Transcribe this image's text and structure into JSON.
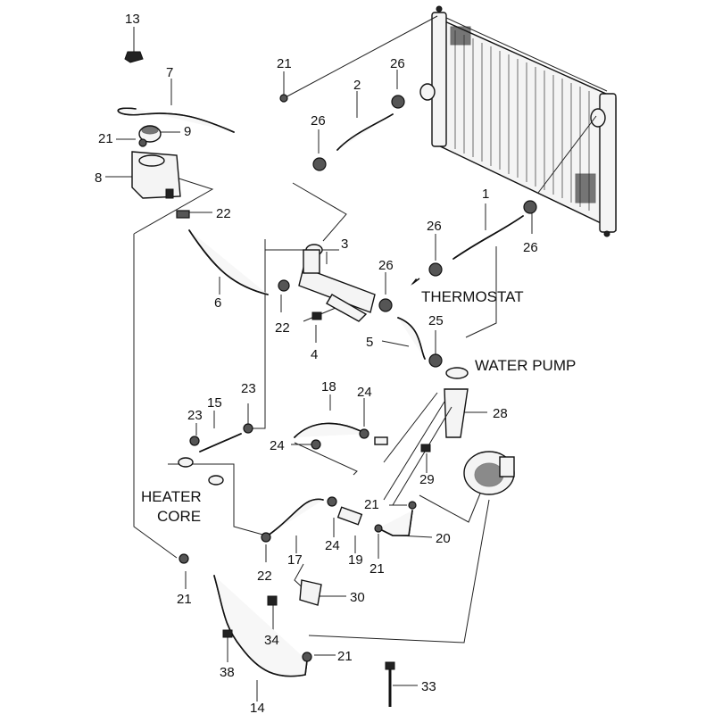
{
  "callouts": {
    "c1": "1",
    "c2": "2",
    "c3": "3",
    "c4": "4",
    "c5": "5",
    "c6": "6",
    "c7": "7",
    "c8": "8",
    "c9": "9",
    "c13": "13",
    "c14": "14",
    "c15": "15",
    "c17": "17",
    "c18": "18",
    "c19": "19",
    "c20": "20",
    "c21a": "21",
    "c21b": "21",
    "c21c": "21",
    "c21d": "21",
    "c21e": "21",
    "c21f": "21",
    "c22a": "22",
    "c22b": "22",
    "c22c": "22",
    "c23a": "23",
    "c23b": "23",
    "c24a": "24",
    "c24b": "24",
    "c24c": "24",
    "c25": "25",
    "c26a": "26",
    "c26b": "26",
    "c26c": "26",
    "c26d": "26",
    "c26e": "26",
    "c28": "28",
    "c29": "29",
    "c30": "30",
    "c33": "33",
    "c34": "34",
    "c38": "38"
  },
  "labels": {
    "thermostat": "THERMOSTAT",
    "water_pump": "WATER PUMP",
    "heater_line1": "HEATER",
    "heater_line2": "CORE"
  }
}
